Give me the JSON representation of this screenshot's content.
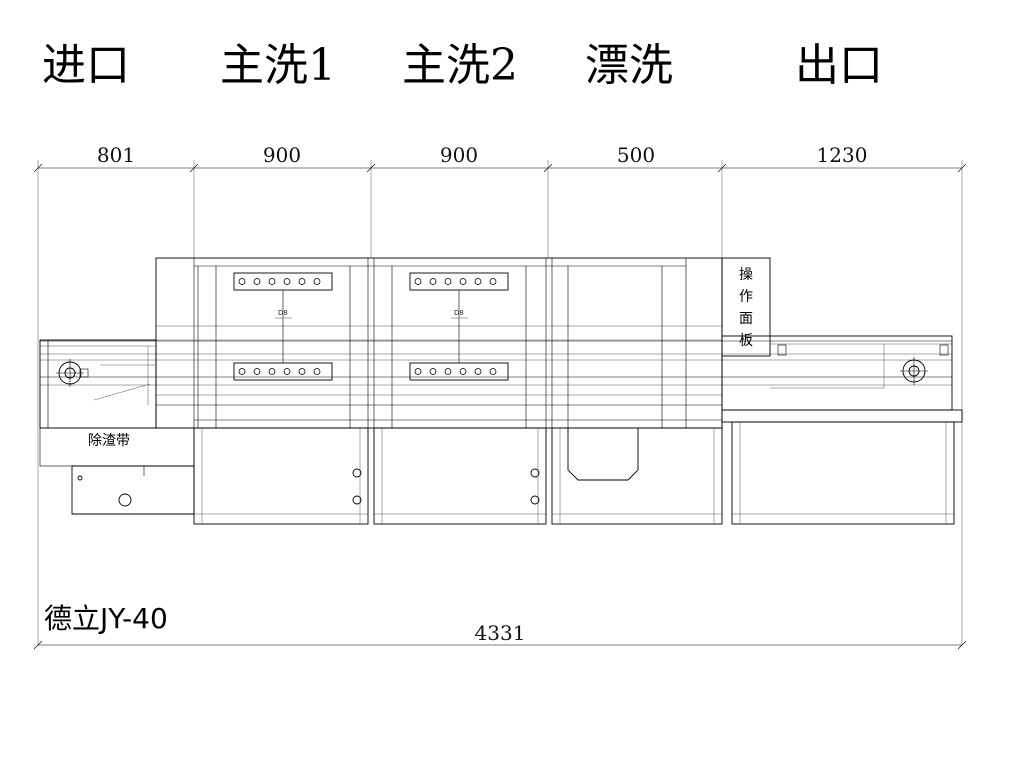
{
  "sections": [
    "进口",
    "主洗1",
    "主洗2",
    "漂洗",
    "出口"
  ],
  "dimensions": {
    "segments": [
      "801",
      "900",
      "900",
      "500",
      "1230"
    ],
    "total": "4331"
  },
  "labels": {
    "control_panel": [
      "操",
      "作",
      "面",
      "板"
    ],
    "slag_belt": "除渣带",
    "tank_mark": "D8"
  },
  "model": "德立JY-40"
}
